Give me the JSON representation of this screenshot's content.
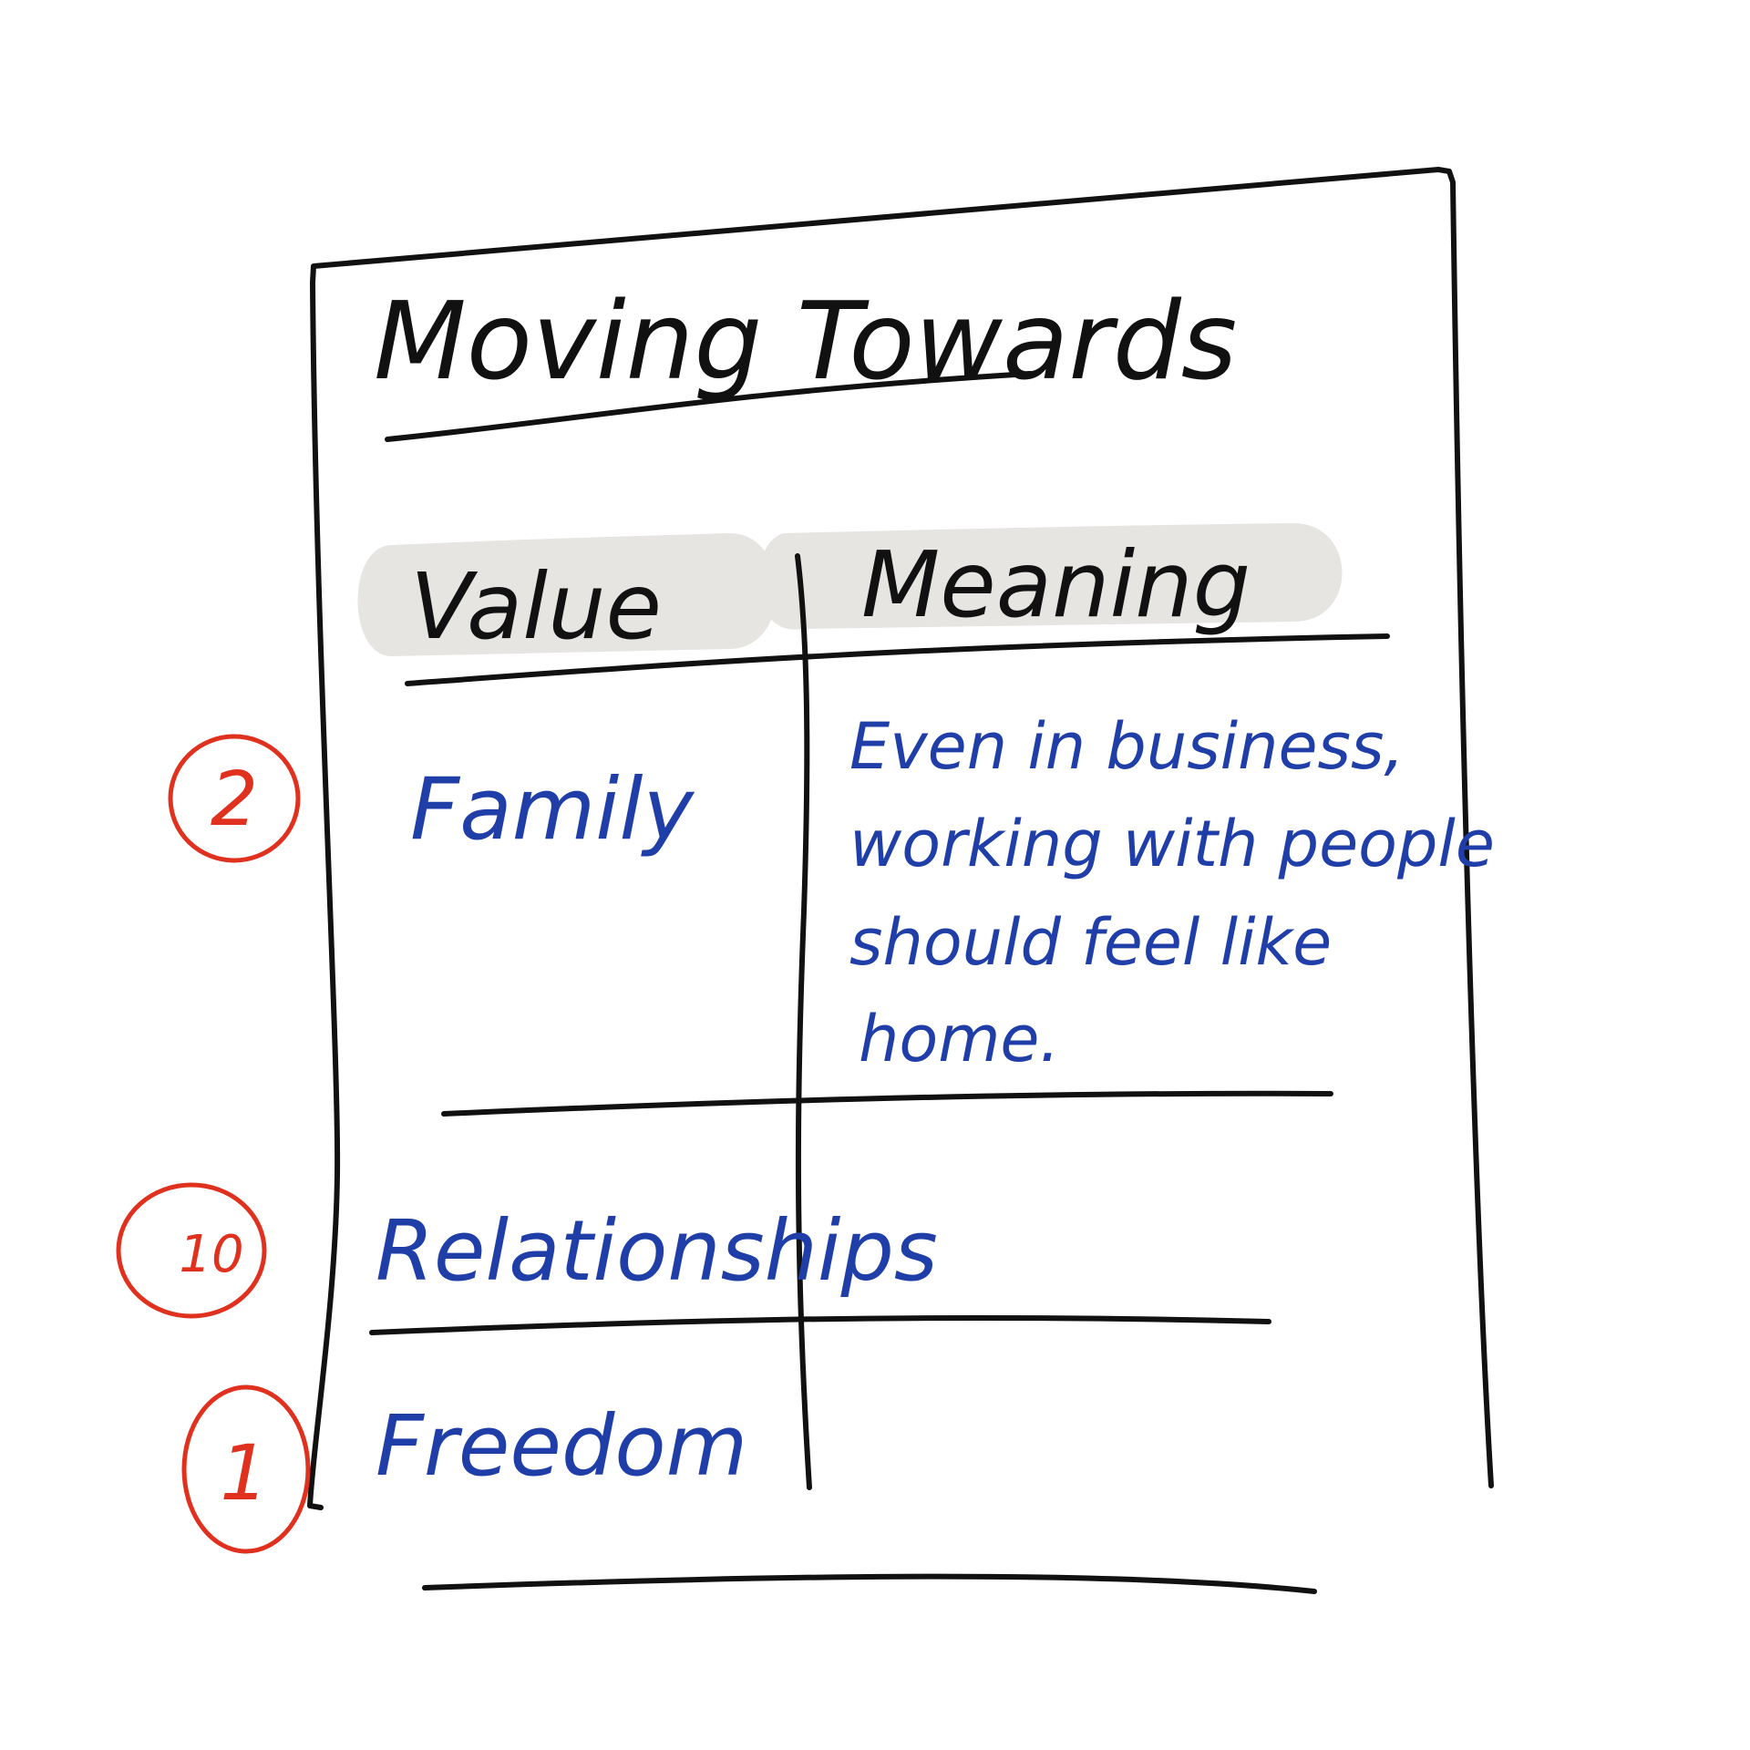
{
  "title": "Moving Towards",
  "columns": {
    "value": "Value",
    "meaning": "Meaning"
  },
  "rows": [
    {
      "rank": "2",
      "value": "Family",
      "meaning_lines": [
        "Even in business,",
        "working with people",
        "should feel like",
        "home."
      ]
    },
    {
      "rank": "10",
      "value": "Relationships",
      "meaning_lines": []
    },
    {
      "rank": "1",
      "value": "Freedom",
      "meaning_lines": []
    }
  ],
  "colors": {
    "ink": "#111111",
    "blue_ink": "#1f3ea8",
    "red_ink": "#e0301e",
    "highlight": "#e6e5e1"
  }
}
